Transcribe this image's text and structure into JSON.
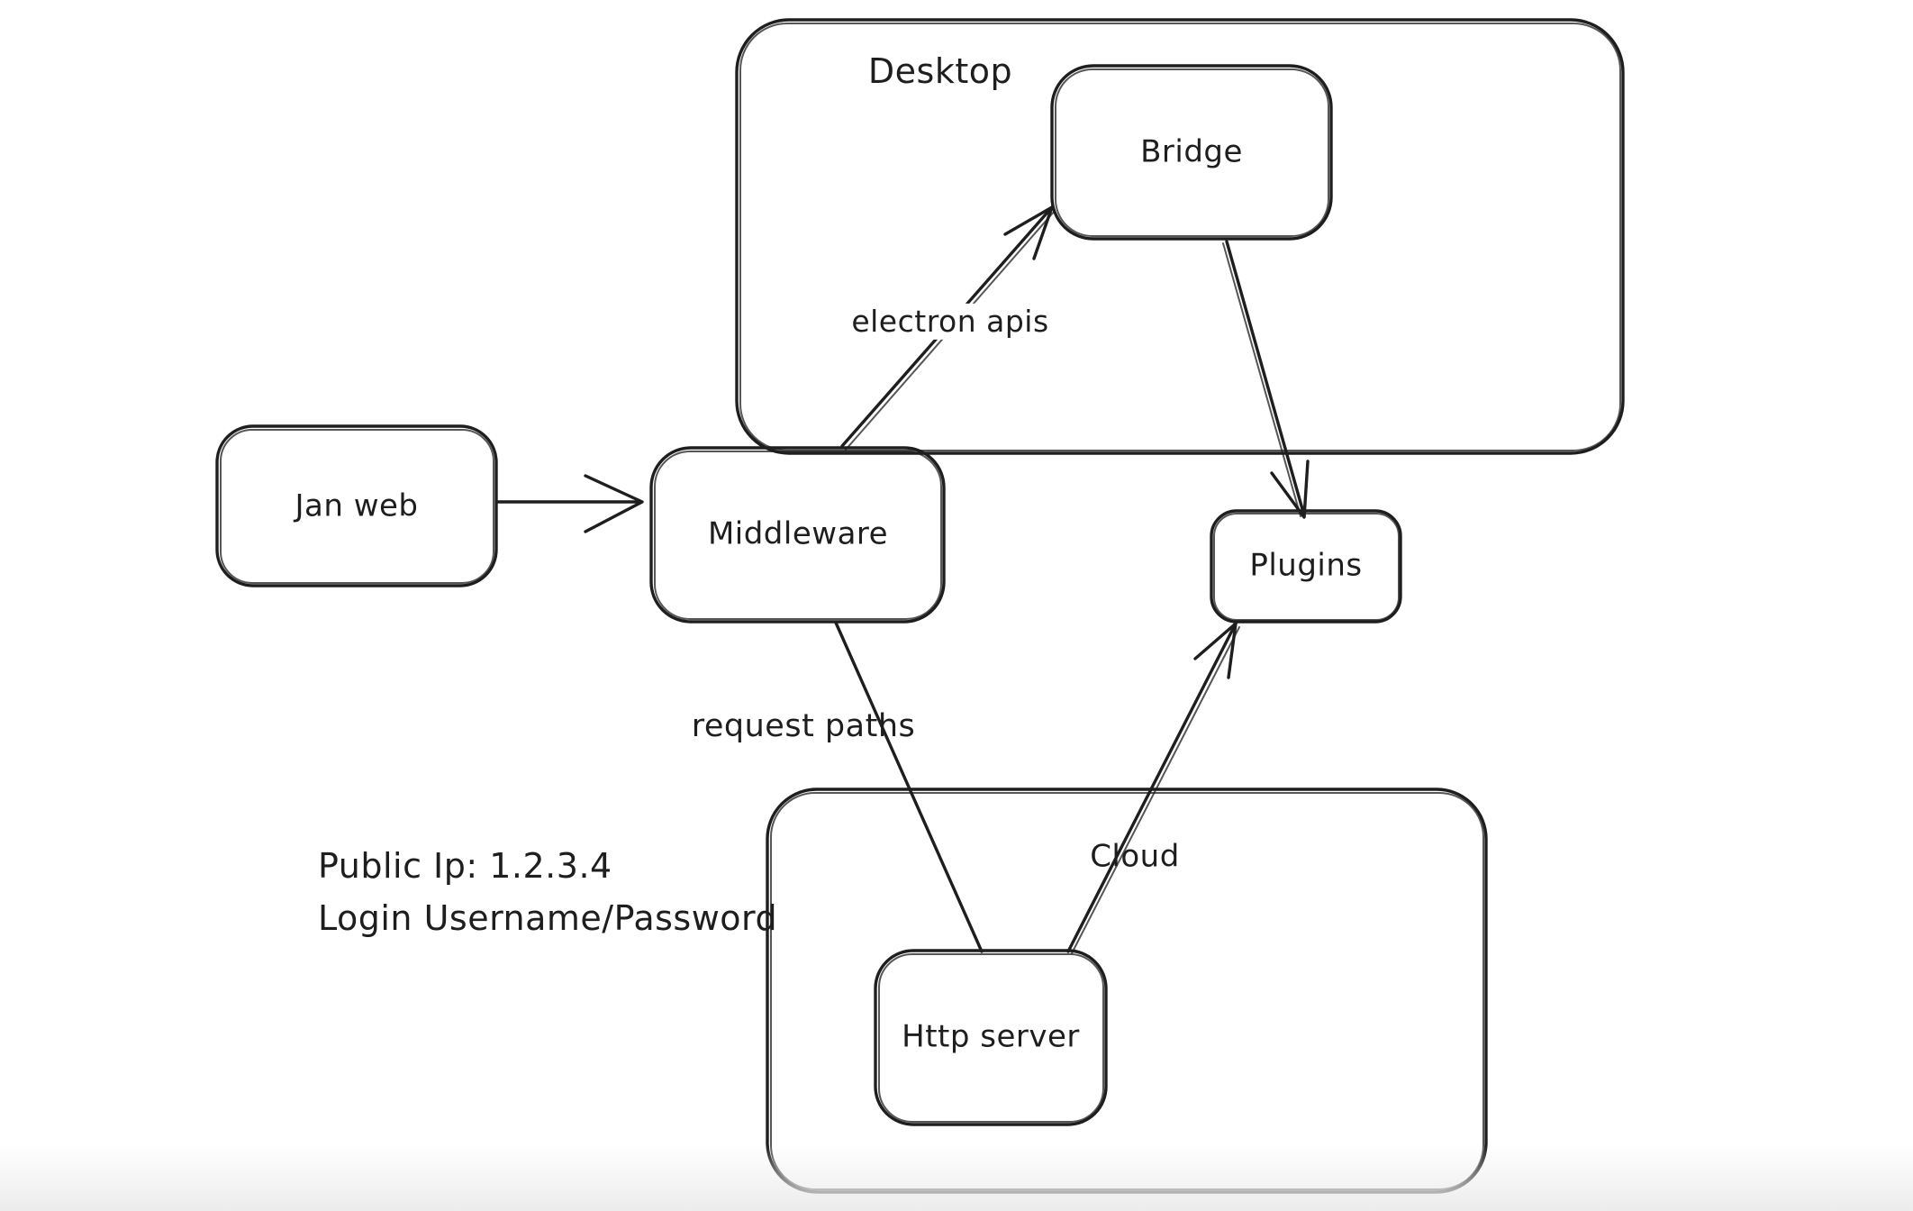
{
  "app": {
    "background": "#ffffff",
    "ink": "#1e1e1e",
    "bottom_fade": "#ececed"
  },
  "diagram": {
    "containers": [
      {
        "id": "desktop",
        "label": "Desktop"
      },
      {
        "id": "cloud",
        "label": "Cloud"
      }
    ],
    "nodes": [
      {
        "id": "jan-web",
        "label": "Jan web"
      },
      {
        "id": "middleware",
        "label": "Middleware"
      },
      {
        "id": "bridge",
        "label": "Bridge"
      },
      {
        "id": "plugins",
        "label": "Plugins"
      },
      {
        "id": "http-server",
        "label": "Http server"
      }
    ],
    "edges": [
      {
        "from": "Jan web",
        "to": "Middleware",
        "label": "",
        "arrowhead": "end"
      },
      {
        "from": "Middleware",
        "to": "Bridge",
        "label": "electron apis",
        "arrowhead": "end"
      },
      {
        "from": "Bridge",
        "to": "Plugins",
        "label": "",
        "arrowhead": "end"
      },
      {
        "from": "Middleware",
        "to": "Http server",
        "label": "request paths",
        "arrowhead": "none"
      },
      {
        "from": "Http server",
        "to": "Plugins",
        "label": "",
        "arrowhead": "end"
      }
    ],
    "notes": [
      {
        "line1": "Public Ip: 1.2.3.4",
        "line2": "Login Username/Password"
      }
    ]
  }
}
